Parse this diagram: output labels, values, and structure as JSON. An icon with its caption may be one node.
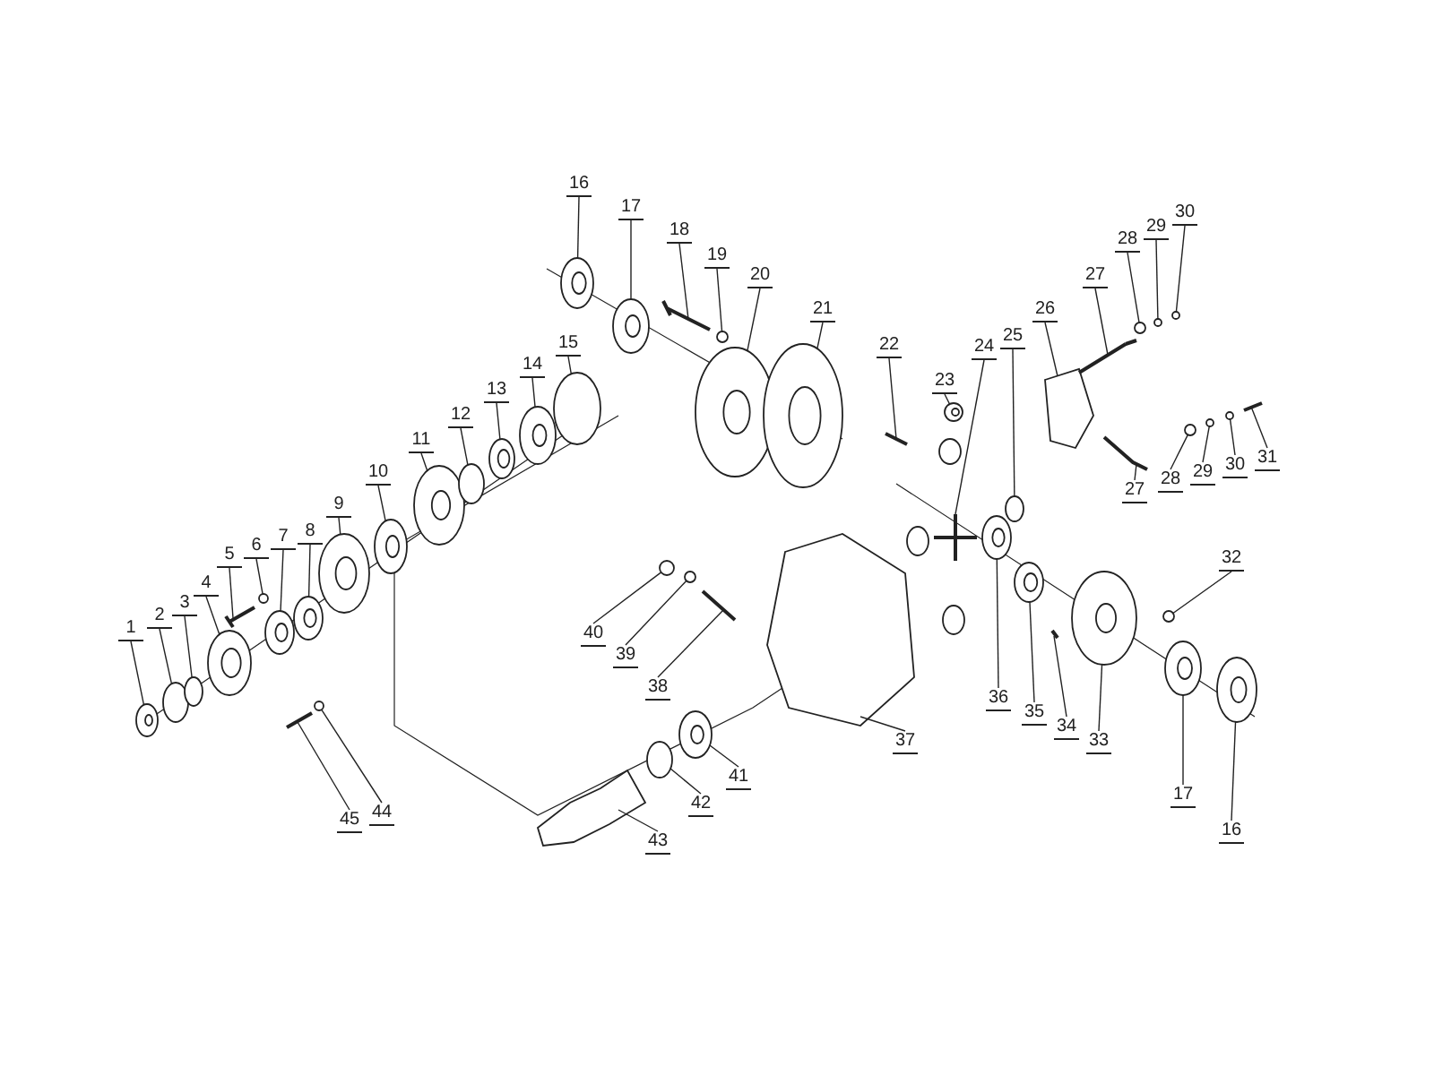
{
  "diagram": {
    "nodes": [
      {
        "text": [
          "1"
        ]
      },
      {
        "text": [
          "2"
        ]
      },
      {
        "text": [
          "3"
        ]
      },
      {
        "text": [
          "4"
        ]
      },
      {
        "text": [
          "5"
        ]
      },
      {
        "text": [
          "6"
        ]
      },
      {
        "text": [
          "7"
        ]
      },
      {
        "text": [
          "8"
        ]
      },
      {
        "text": [
          "9"
        ]
      },
      {
        "text": [
          "10"
        ]
      },
      {
        "text": [
          "11"
        ]
      },
      {
        "text": [
          "12"
        ]
      },
      {
        "text": [
          "13"
        ]
      },
      {
        "text": [
          "14"
        ]
      },
      {
        "text": [
          "15"
        ]
      },
      {
        "text": [
          "16"
        ]
      },
      {
        "text": [
          "17"
        ]
      },
      {
        "text": [
          "18"
        ]
      },
      {
        "text": [
          "19"
        ]
      },
      {
        "text": [
          "20"
        ]
      },
      {
        "text": [
          "21"
        ]
      },
      {
        "text": [
          "22"
        ]
      },
      {
        "text": [
          "23"
        ]
      },
      {
        "text": [
          "24"
        ]
      },
      {
        "text": [
          "25"
        ]
      },
      {
        "text": [
          "26"
        ]
      },
      {
        "text": [
          "27"
        ]
      },
      {
        "text": [
          "28"
        ]
      },
      {
        "text": [
          "29"
        ]
      },
      {
        "text": [
          "30"
        ]
      },
      {
        "text": [
          "27"
        ]
      },
      {
        "text": [
          "28"
        ]
      },
      {
        "text": [
          "29"
        ]
      },
      {
        "text": [
          "30"
        ]
      },
      {
        "text": [
          "31"
        ]
      },
      {
        "text": [
          "32"
        ]
      },
      {
        "text": [
          "33"
        ]
      },
      {
        "text": [
          "34"
        ]
      },
      {
        "text": [
          "35"
        ]
      },
      {
        "text": [
          "36"
        ]
      },
      {
        "text": [
          "37"
        ]
      },
      {
        "text": [
          "38"
        ]
      },
      {
        "text": [
          "39"
        ]
      },
      {
        "text": [
          "40"
        ]
      },
      {
        "text": [
          "41"
        ]
      },
      {
        "text": [
          "42"
        ]
      },
      {
        "text": [
          "43"
        ]
      },
      {
        "text": [
          "44"
        ]
      },
      {
        "text": [
          "45"
        ]
      },
      {
        "text": [
          "16"
        ]
      },
      {
        "text": [
          "17"
        ]
      },
      {
        "text": [],
        "shape": "circle"
      },
      {
        "text": [],
        "shape": "circle"
      },
      {
        "text": [],
        "shape": "circle"
      },
      {
        "text": [],
        "shape": "circle"
      },
      {
        "text": [],
        "shape": "picture"
      },
      {
        "text": [],
        "shape": "circle"
      },
      {
        "text": [],
        "shape": "circle"
      },
      {
        "text": [],
        "shape": "circle"
      },
      {
        "text": [],
        "shape": "circle"
      },
      {
        "text": [],
        "shape": "circle"
      },
      {
        "text": [],
        "shape": "circle"
      },
      {
        "text": [],
        "shape": "circle"
      },
      {
        "text": [],
        "shape": "circle"
      },
      {
        "text": [],
        "shape": "circle"
      },
      {
        "text": [],
        "shape": "circle"
      },
      {
        "text": [],
        "shape": "circle"
      },
      {
        "text": [],
        "shape": "circle"
      },
      {
        "text": [],
        "shape": "picture"
      },
      {
        "text": [],
        "shape": "circle"
      },
      {
        "text": [],
        "shape": "circle"
      },
      {
        "text": [],
        "shape": "circle"
      },
      {
        "text": [],
        "shape": "picture"
      },
      {
        "text": [],
        "shape": "circle"
      },
      {
        "text": [],
        "shape": "picture"
      },
      {
        "text": [],
        "shape": "circle"
      },
      {
        "text": [],
        "shape": "picture"
      },
      {
        "text": [],
        "shape": "picture"
      },
      {
        "text": [],
        "shape": "circle"
      },
      {
        "text": [],
        "shape": "circle"
      },
      {
        "text": [],
        "shape": "circle"
      },
      {
        "text": [],
        "shape": "picture"
      },
      {
        "text": [],
        "shape": "circle"
      },
      {
        "text": [],
        "shape": "circle"
      },
      {
        "text": [],
        "shape": "circle"
      },
      {
        "text": [],
        "shape": "picture"
      },
      {
        "text": [],
        "shape": "circle"
      },
      {
        "text": [],
        "shape": "circle"
      },
      {
        "text": [],
        "shape": "picture"
      },
      {
        "text": [],
        "shape": "circle"
      },
      {
        "text": [],
        "shape": "circle"
      },
      {
        "text": [],
        "shape": "picture"
      },
      {
        "text": [],
        "shape": "picture"
      },
      {
        "text": [],
        "shape": "circle"
      },
      {
        "text": [],
        "shape": "circle"
      },
      {
        "text": [],
        "shape": "circle"
      },
      {
        "text": [],
        "shape": "circle"
      },
      {
        "text": [],
        "shape": "picture"
      },
      {
        "text": [],
        "shape": "circle"
      },
      {
        "text": [],
        "shape": "picture"
      },
      {
        "text": [],
        "shape": "circle"
      },
      {
        "text": [],
        "shape": "circle"
      }
    ],
    "edges": [
      {
        "from": 0,
        "to": 51,
        "arrow": "none"
      },
      {
        "from": 1,
        "to": 52,
        "arrow": "none"
      },
      {
        "from": 2,
        "to": 53,
        "arrow": "none"
      },
      {
        "from": 3,
        "to": 54,
        "arrow": "none"
      },
      {
        "from": 4,
        "to": 55,
        "arrow": "none"
      },
      {
        "from": 5,
        "to": 56,
        "arrow": "none"
      },
      {
        "from": 6,
        "to": 57,
        "arrow": "none"
      },
      {
        "from": 7,
        "to": 58,
        "arrow": "none"
      },
      {
        "from": 8,
        "to": 59,
        "arrow": "none"
      },
      {
        "from": 9,
        "to": 60,
        "arrow": "none"
      },
      {
        "from": 10,
        "to": 61,
        "arrow": "none"
      },
      {
        "from": 11,
        "to": 62,
        "arrow": "none"
      },
      {
        "from": 12,
        "to": 63,
        "arrow": "none"
      },
      {
        "from": 13,
        "to": 64,
        "arrow": "none"
      },
      {
        "from": 14,
        "to": 65,
        "arrow": "none"
      },
      {
        "from": 15,
        "to": 66,
        "arrow": "none"
      },
      {
        "from": 16,
        "to": 67,
        "arrow": "none"
      },
      {
        "from": 17,
        "to": 68,
        "arrow": "none"
      },
      {
        "from": 18,
        "to": 69,
        "arrow": "none"
      },
      {
        "from": 19,
        "to": 70,
        "arrow": "none"
      },
      {
        "from": 20,
        "to": 71,
        "arrow": "none"
      },
      {
        "from": 21,
        "to": 72,
        "arrow": "none"
      },
      {
        "from": 22,
        "to": 73,
        "arrow": "none"
      },
      {
        "from": 23,
        "to": 74,
        "arrow": "none"
      },
      {
        "from": 24,
        "to": 75,
        "arrow": "none"
      },
      {
        "from": 25,
        "to": 76,
        "arrow": "none"
      },
      {
        "from": 26,
        "to": 77,
        "arrow": "none"
      },
      {
        "from": 27,
        "to": 78,
        "arrow": "none"
      },
      {
        "from": 28,
        "to": 79,
        "arrow": "none"
      },
      {
        "from": 29,
        "to": 80,
        "arrow": "none"
      },
      {
        "from": 30,
        "to": 81,
        "arrow": "none"
      },
      {
        "from": 31,
        "to": 82,
        "arrow": "none"
      },
      {
        "from": 32,
        "to": 83,
        "arrow": "none"
      },
      {
        "from": 33,
        "to": 84,
        "arrow": "none"
      },
      {
        "from": 34,
        "to": 85,
        "arrow": "none"
      },
      {
        "from": 35,
        "to": 86,
        "arrow": "none"
      },
      {
        "from": 36,
        "to": 87,
        "arrow": "none"
      },
      {
        "from": 37,
        "to": 88,
        "arrow": "none"
      },
      {
        "from": 38,
        "to": 89,
        "arrow": "none"
      },
      {
        "from": 39,
        "to": 90,
        "arrow": "none"
      },
      {
        "from": 40,
        "to": 91,
        "arrow": "none"
      },
      {
        "from": 41,
        "to": 92,
        "arrow": "none"
      },
      {
        "from": 42,
        "to": 93,
        "arrow": "none"
      },
      {
        "from": 43,
        "to": 94,
        "arrow": "none"
      },
      {
        "from": 44,
        "to": 95,
        "arrow": "none"
      },
      {
        "from": 45,
        "to": 96,
        "arrow": "none"
      },
      {
        "from": 46,
        "to": 97,
        "arrow": "none"
      },
      {
        "from": 47,
        "to": 98,
        "arrow": "none"
      },
      {
        "from": 48,
        "to": 99,
        "arrow": "none"
      },
      {
        "from": 49,
        "to": 100,
        "arrow": "none"
      },
      {
        "from": 50,
        "to": 101,
        "arrow": "none"
      }
    ]
  }
}
